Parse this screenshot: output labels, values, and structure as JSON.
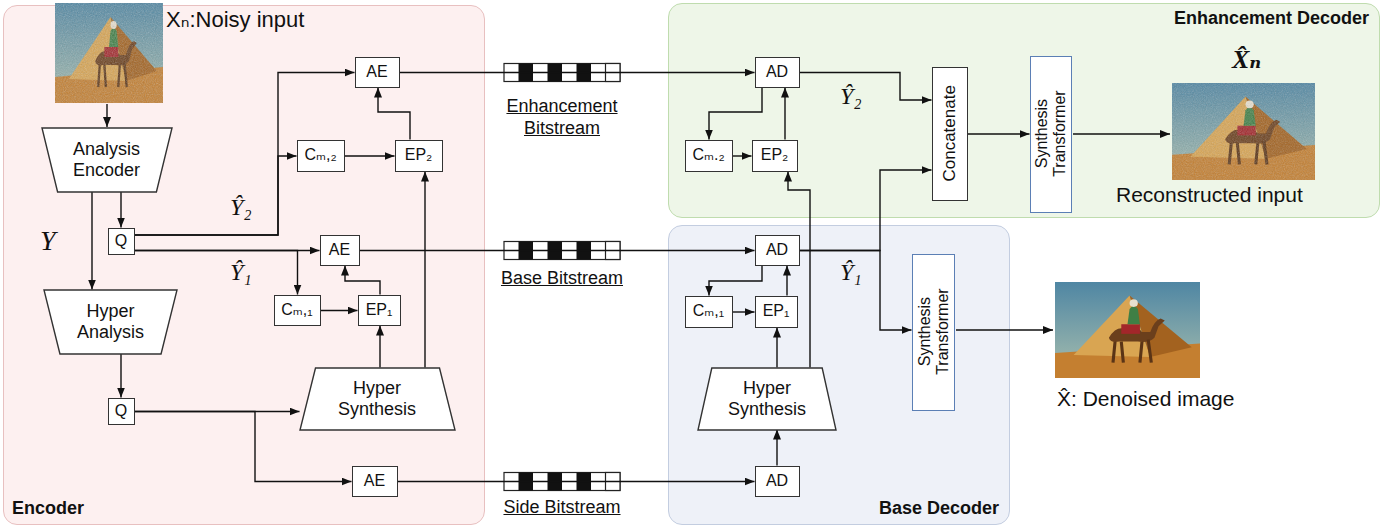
{
  "diagram": {
    "nodes": [
      {
        "text": [
          "Encoder"
        ]
      },
      {
        "text": [
          "Analysis Encoder"
        ],
        "in": 0
      },
      {
        "text": [
          "Q"
        ],
        "in": 0
      },
      {
        "text": [
          "Hyper Analysis"
        ],
        "in": 0
      },
      {
        "text": [
          "Q"
        ],
        "in": 0
      },
      {
        "text": [
          "AE"
        ],
        "in": 0
      },
      {
        "text": [
          "Cₘ,₂"
        ],
        "in": 0
      },
      {
        "text": [
          "EP₂"
        ],
        "in": 0
      },
      {
        "text": [
          "AE"
        ],
        "in": 0
      },
      {
        "text": [
          "Cₘ,₁"
        ],
        "in": 0
      },
      {
        "text": [
          "EP₁"
        ],
        "in": 0
      },
      {
        "text": [
          "Hyper Synthesis"
        ],
        "in": 0
      },
      {
        "text": [
          "AE"
        ],
        "in": 0
      },
      {
        "text": [
          "Enhancement Decoder"
        ]
      },
      {
        "text": [
          "AD"
        ],
        "in": 13
      },
      {
        "text": [
          "Cₘ.₂"
        ],
        "in": 13
      },
      {
        "text": [
          "EP₂"
        ],
        "in": 13
      },
      {
        "text": [
          "Concatenate"
        ],
        "in": 13
      },
      {
        "text": [
          "Synthesis Transformer"
        ],
        "in": 13
      },
      {
        "text": [
          "Base Decoder"
        ]
      },
      {
        "text": [
          "AD"
        ],
        "in": 19
      },
      {
        "text": [
          "Cₘ,₁"
        ],
        "in": 19
      },
      {
        "text": [
          "EP₁"
        ],
        "in": 19
      },
      {
        "text": [
          "Hyper Synthesis"
        ],
        "in": 19
      },
      {
        "text": [
          "AD"
        ],
        "in": 19
      },
      {
        "text": [
          "Synthesis Transformer"
        ],
        "in": 19
      }
    ],
    "edges": [
      {
        "from": 1,
        "to": 2,
        "arrow": "to"
      },
      {
        "from": 1,
        "to": 3,
        "arrow": "to"
      },
      {
        "from": 3,
        "to": 4,
        "arrow": "to"
      },
      {
        "from": 2,
        "to": 5,
        "arrow": "to"
      },
      {
        "from": 2,
        "to": 6,
        "arrow": "to"
      },
      {
        "from": 2,
        "to": 8,
        "arrow": "to"
      },
      {
        "from": 2,
        "to": 9,
        "arrow": "to"
      },
      {
        "from": 6,
        "to": 7,
        "arrow": "to"
      },
      {
        "from": 7,
        "to": 5,
        "arrow": "to"
      },
      {
        "from": 9,
        "to": 10,
        "arrow": "to"
      },
      {
        "from": 10,
        "to": 8,
        "arrow": "to"
      },
      {
        "from": 11,
        "to": 10,
        "arrow": "to"
      },
      {
        "from": 11,
        "to": 7,
        "arrow": "to"
      },
      {
        "from": 4,
        "to": 11,
        "arrow": "to"
      },
      {
        "from": 4,
        "to": 12,
        "arrow": "to"
      },
      {
        "from": 5,
        "to": 14,
        "arrow": "to"
      },
      {
        "from": 8,
        "to": 20,
        "arrow": "to"
      },
      {
        "from": 12,
        "to": 24,
        "arrow": "to"
      },
      {
        "from": 14,
        "to": 15,
        "arrow": "to"
      },
      {
        "from": 15,
        "to": 16,
        "arrow": "to"
      },
      {
        "from": 16,
        "to": 14,
        "arrow": "to"
      },
      {
        "from": 20,
        "to": 21,
        "arrow": "to"
      },
      {
        "from": 21,
        "to": 22,
        "arrow": "to"
      },
      {
        "from": 22,
        "to": 20,
        "arrow": "to"
      },
      {
        "from": 24,
        "to": 23,
        "arrow": "to"
      },
      {
        "from": 23,
        "to": 22,
        "arrow": "to"
      },
      {
        "from": 23,
        "to": 16,
        "arrow": "to"
      },
      {
        "from": 14,
        "to": 17,
        "arrow": "to"
      },
      {
        "from": 20,
        "to": 25,
        "arrow": "to"
      },
      {
        "from": 20,
        "to": 17,
        "arrow": "to"
      },
      {
        "from": 17,
        "to": 18,
        "arrow": "to"
      }
    ],
    "labels": [
      "Xₙ:Noisy input",
      "Y",
      "Ŷ₂",
      "Ŷ₁",
      "Enhancement Bitstream",
      "Base Bitstream",
      "Side Bitstream",
      "Ŷ₂",
      "Ŷ₁",
      "X̂ₙ",
      "Reconstructed input",
      "X̂: Denoised image"
    ]
  }
}
